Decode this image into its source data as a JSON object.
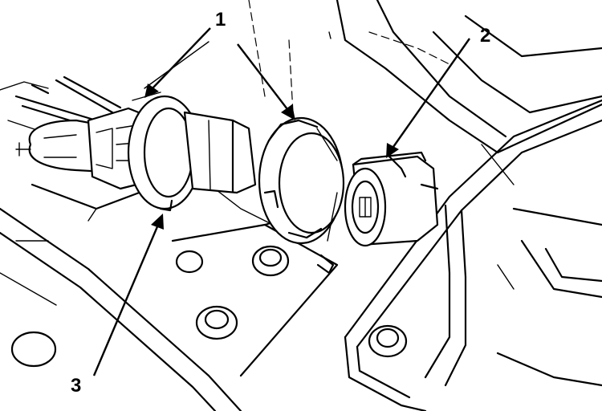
{
  "diagram": {
    "callouts": [
      {
        "id": "1",
        "label": "1"
      },
      {
        "id": "2",
        "label": "2"
      },
      {
        "id": "3",
        "label": "3"
      }
    ]
  },
  "colors": {
    "ink": "#000000",
    "paper": "#ffffff"
  }
}
